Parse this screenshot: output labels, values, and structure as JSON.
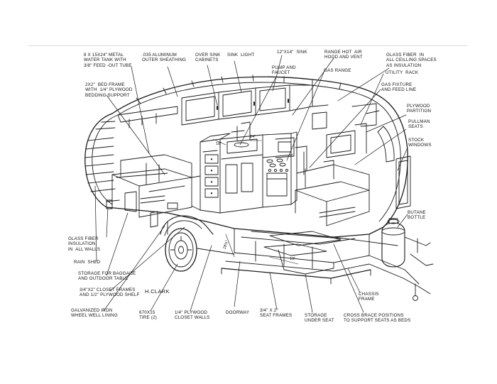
{
  "labels": {
    "metal_water_tank": "8 x 15x24\" METAL\nWATER TANK WITH\n3/8\" FEED -OUT TUBE",
    "aluminum_sheathing": ".035 ALUMINUM\nOUTER SHEATHING",
    "over_sink_cabinets": "OVER SINK\nCABINETS",
    "sink_light": "SINK  LIGHT",
    "sink_size": "12\"x14\"  SINK",
    "range_hood": "RANGE HOT  AIR\nHOOD AND VENT",
    "glass_fiber_ceiling": "GLASS FIBER  IN\nALL CEILLING SPACES\nAS INSULATION",
    "pump_faucet": "PUMP AND\nFAUCET",
    "gas_range": "GAS RANGE",
    "utility_rack": "UTILITY  RACK",
    "bed_frame": "2x2\"  BED FRAME\nWITH  1/4\" PLYWOOD\nBEDDING SUPPORT",
    "gas_fixture": "GAS FIXTURE\nAND FEED LINE",
    "plywood_partition": "PLYWOOD\nPARTITION",
    "pullman_seats": "PULLMAN\nSEATS",
    "stock_windows": "STOCK\nWINDOWS",
    "butane_bottle": "BUTANE\nBOTTLE",
    "glass_fiber_walls": "GLASS FIBER\nINSULATION\nIN  ALL WALLS",
    "rain_shed": "RAIN  SHED",
    "storage_baggage": "STORAGE FOR BAGGAGE\nAND OUTDOOR TABLE",
    "closet_frames": "3/4\"x2\" CLOSET FRAMES\nAND 1/2\" PLYWOOD SHELF",
    "signature": "H.CLARK",
    "chassis_frame": "CHASSIS\nFRAME",
    "galvanized_iron": "GALVANIZED IRON\nWHEEL WELL LINING",
    "tire": "670x15\nTIRE (2)",
    "closet_walls": "1/4\" PLYWOOD\nCLOSET WALLS",
    "doorway": "DOORWAY",
    "seat_frames": "3/4\" x 2\"\nSEAT FRAMES",
    "storage_under_seat": "STORAGE\nUNDER SEAT",
    "cross_brace": "CROSS BRACE POSITIONS\nTO SUPPORT SEATS AS BEDS"
  },
  "dimensions": {
    "d_18": "18\"",
    "d_24": "24\"",
    "d_19": "19\"",
    "d_18_half": "18½\""
  }
}
